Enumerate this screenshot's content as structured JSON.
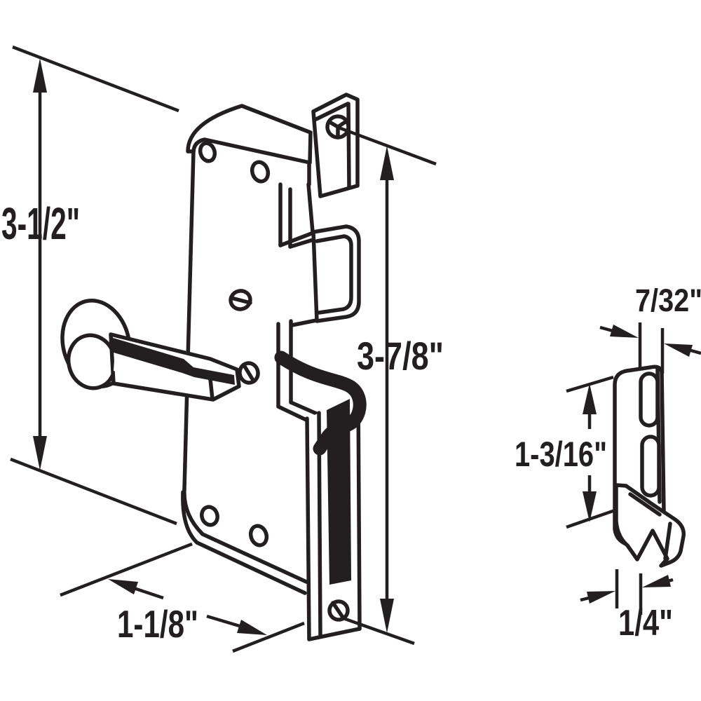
{
  "diagram": {
    "background_color": "#ffffff",
    "line_color": "#231f20",
    "labels": {
      "overall_height": "3-1/2\"",
      "latch_plate_height": "3-7/8\"",
      "base_width": "1-1/8\"",
      "keeper_thickness": "7/32\"",
      "keeper_height": "1-3/16\"",
      "keeper_hook_depth": "1/4\""
    }
  }
}
